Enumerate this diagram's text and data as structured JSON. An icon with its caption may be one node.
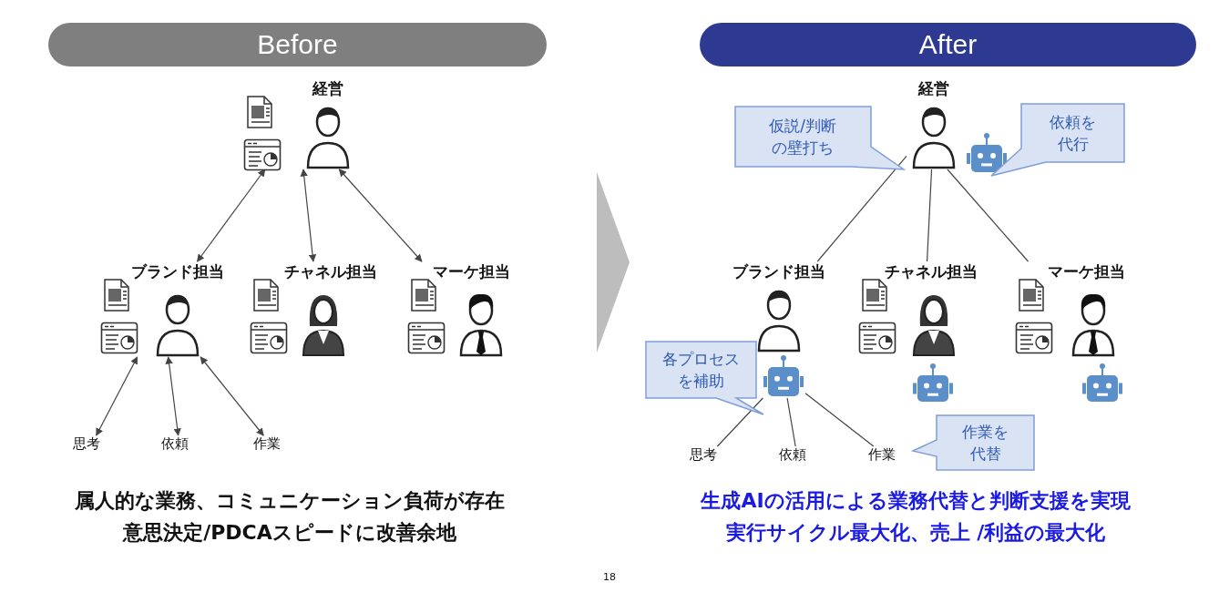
{
  "diagram": {
    "nodes": [
      {
        "text": [
          "Before"
        ]
      },
      {
        "text": [
          "After"
        ]
      },
      {
        "text": [
          "経営"
        ]
      },
      {
        "text": [
          "ブランド担当"
        ]
      },
      {
        "text": [
          "チャネル担当"
        ]
      },
      {
        "text": [
          "マーケ担当"
        ]
      },
      {
        "text": [
          "思考"
        ]
      },
      {
        "text": [
          "依頼"
        ]
      },
      {
        "text": [
          "作業"
        ]
      },
      {
        "text": [
          "経営"
        ]
      },
      {
        "text": [],
        "shape": "robot"
      },
      {
        "text": [
          "仮説/判断の壁打ち"
        ]
      },
      {
        "text": [
          "依頼を代行"
        ]
      },
      {
        "text": [
          "ブランド担当"
        ]
      },
      {
        "text": [
          "チャネル担当"
        ]
      },
      {
        "text": [
          "マーケ担当"
        ]
      },
      {
        "text": [],
        "shape": "robot"
      },
      {
        "text": [],
        "shape": "robot"
      },
      {
        "text": [],
        "shape": "robot"
      },
      {
        "text": [
          "各プロセスを補助"
        ]
      },
      {
        "text": [
          "思考"
        ]
      },
      {
        "text": [
          "依頼"
        ]
      },
      {
        "text": [
          "作業"
        ]
      },
      {
        "text": [
          "作業を代替"
        ]
      }
    ],
    "edges": [
      {
        "from": 2,
        "to": 3,
        "arrow": "both"
      },
      {
        "from": 2,
        "to": 4,
        "arrow": "both"
      },
      {
        "from": 2,
        "to": 5,
        "arrow": "both"
      },
      {
        "from": 3,
        "to": 6,
        "arrow": "both"
      },
      {
        "from": 3,
        "to": 7,
        "arrow": "both"
      },
      {
        "from": 3,
        "to": 8,
        "arrow": "both"
      },
      {
        "from": 9,
        "to": 13,
        "arrow": "none"
      },
      {
        "from": 9,
        "to": 14,
        "arrow": "none"
      },
      {
        "from": 9,
        "to": 15,
        "arrow": "none"
      },
      {
        "from": 16,
        "to": 20,
        "arrow": "none"
      },
      {
        "from": 16,
        "to": 21,
        "arrow": "none"
      },
      {
        "from": 16,
        "to": 22,
        "arrow": "none"
      }
    ],
    "labels": [
      "属人的な業務、コミュニケーション負荷が存在",
      "意思決定/PDCAスピードに改善余地",
      "生成AIの活用による業務代替と判断支援を実現",
      "実行サイクル最大化、売上 /利益の最大化",
      "18"
    ]
  }
}
